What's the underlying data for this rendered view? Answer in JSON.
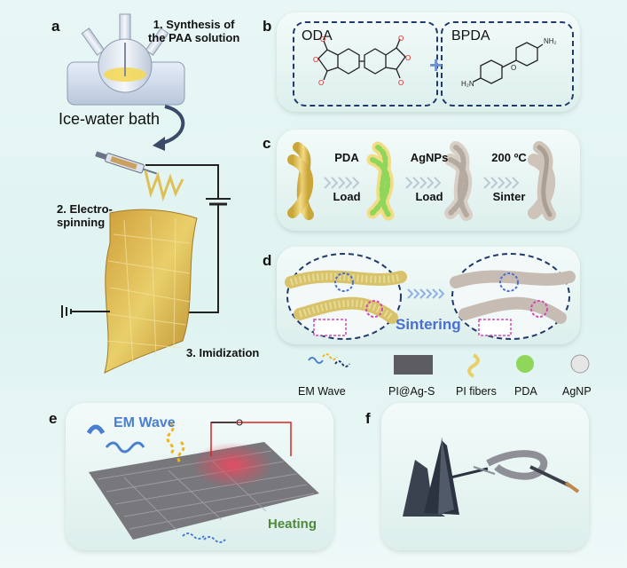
{
  "panel_a": {
    "letter": "a",
    "step1_line1": "1. Synthesis of",
    "step1_line2": "the PAA solution",
    "bath_label": "Ice-water bath",
    "step2_line1": "2. Electro-",
    "step2_line2": "spinning",
    "step3": "3. Imidization"
  },
  "panel_b": {
    "letter": "b",
    "left_label": "ODA",
    "right_label": "BPDA",
    "right_nh2_top": "NH₂",
    "right_nh2_left": "H₂N",
    "right_o": "O"
  },
  "panel_c": {
    "letter": "c",
    "steps": [
      {
        "top": "PDA",
        "bottom": "Load"
      },
      {
        "top": "AgNPs",
        "bottom": "Load"
      },
      {
        "top": "200 ºC",
        "bottom": "Sinter"
      }
    ]
  },
  "panel_d": {
    "letter": "d",
    "label": "Sintering"
  },
  "legend": [
    {
      "label": "EM Wave"
    },
    {
      "label": "PI@Ag-S"
    },
    {
      "label": "PI fibers"
    },
    {
      "label": "PDA"
    },
    {
      "label": "AgNP"
    }
  ],
  "panel_e": {
    "letter": "e",
    "wave_label": "EM Wave",
    "heating_label": "Heating"
  },
  "panel_f": {
    "letter": "f"
  },
  "colors": {
    "fiber_yellow": "#e9cf6a",
    "pda_green": "#8fd65a",
    "agnp_gray": "#d8cfc7",
    "dash_navy": "#1f3a6b",
    "wave_blue": "#4a7fd0",
    "wave_yellow": "#f2b418",
    "heating_green": "#4e8a3a",
    "sinter_blue": "#4a6fd0"
  }
}
